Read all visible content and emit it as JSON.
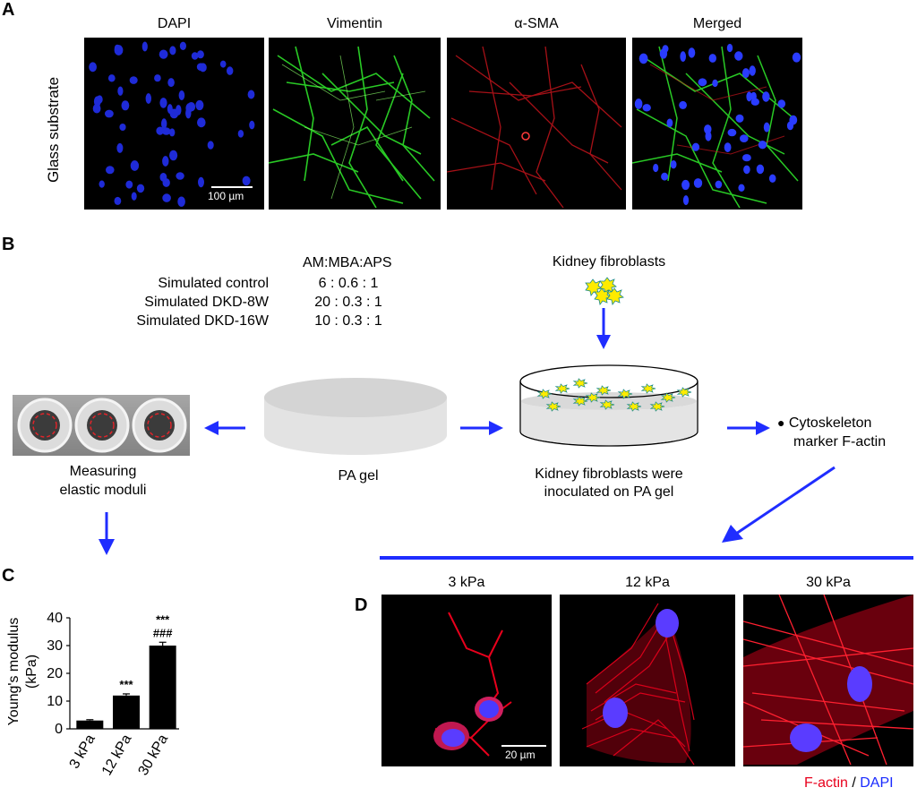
{
  "panels": {
    "A": "A",
    "B": "B",
    "C": "C",
    "D": "D"
  },
  "panelA": {
    "row_label": "Glass substrate",
    "titles": [
      "DAPI",
      "Vimentin",
      "α-SMA",
      "Merged"
    ],
    "scale_bar": "100 µm"
  },
  "panelB": {
    "ratio_header": "AM:MBA:APS",
    "conditions": [
      {
        "name": "Simulated control",
        "ratio": "6 : 0.6 : 1"
      },
      {
        "name": "Simulated DKD-8W",
        "ratio": "20 : 0.3 : 1"
      },
      {
        "name": "Simulated DKD-16W",
        "ratio": "10 : 0.3 : 1"
      }
    ],
    "fibroblasts_label": "Kidney fibroblasts",
    "measuring_label_1": "Measuring",
    "measuring_label_2": "elastic moduli",
    "gel_label": "PA gel",
    "inoculated_label_1": "Kidney fibroblasts were",
    "inoculated_label_2": "inoculated on PA gel",
    "marker_label_1": "Cytoskeleton",
    "marker_label_2": "marker F-actin"
  },
  "chart_data": {
    "type": "bar",
    "categories": [
      "3 kPa",
      "12 kPa",
      "30 kPa"
    ],
    "values": [
      3,
      12,
      30
    ],
    "errors": [
      0.3,
      0.6,
      1.2
    ],
    "annotations": [
      [
        "",
        ""
      ],
      [
        "***",
        ""
      ],
      [
        "***",
        "###"
      ]
    ],
    "ylabel_1": "Young's modulus",
    "ylabel_2": "(kPa)",
    "ylim": [
      0,
      40
    ],
    "yticks": [
      "0",
      "10",
      "20",
      "30",
      "40"
    ],
    "colors": {
      "bar": "#000000"
    }
  },
  "panelD": {
    "titles": [
      "3 kPa",
      "12 kPa",
      "30 kPa"
    ],
    "scale_bar": "20 µm",
    "legend_red": "F-actin",
    "legend_sep": " / ",
    "legend_blue": "DAPI",
    "colors": {
      "red": "#e8001c",
      "blue": "#1a2bff"
    }
  },
  "colors": {
    "arrow": "#1f2dff"
  }
}
